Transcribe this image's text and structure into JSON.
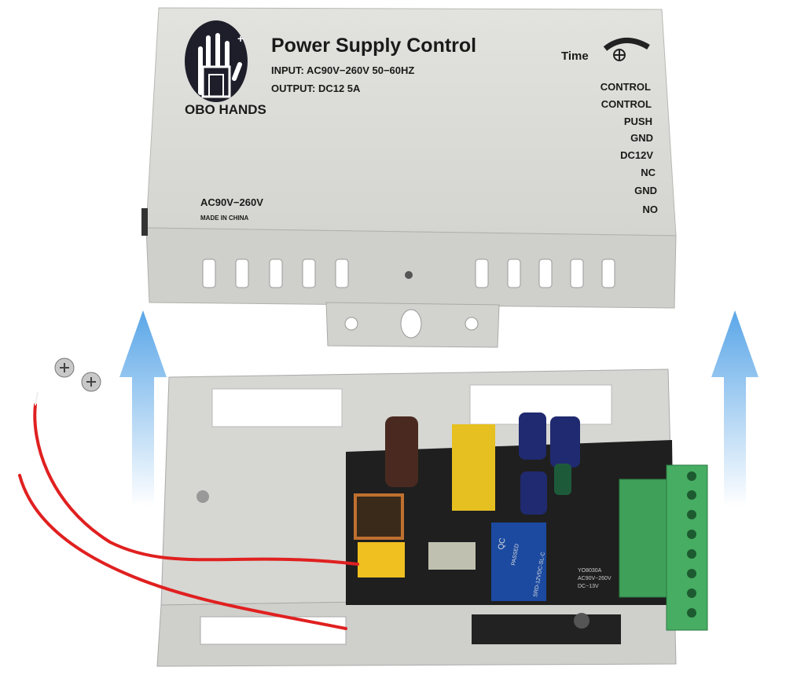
{
  "product": {
    "brand": "OBO HANDS",
    "title": "Power Supply Control",
    "input": "INPUT:  AC90V−260V 50−60HZ",
    "output": "OUTPUT:  DC12  5A",
    "ac_label": "AC90V−260V",
    "made_in": "MADE IN CHINA",
    "time_label": "Time",
    "terminals": [
      "CONTROL",
      "CONTROL",
      "PUSH",
      "GND",
      "DC12V",
      "NC",
      "GND",
      "NO"
    ]
  },
  "pcb": {
    "relay_labels": [
      "QC",
      "PASSED",
      "SRD-12VDC-SL-C"
    ],
    "board_label": [
      "YO8030A",
      "AC90V−260V",
      "DC−13V"
    ]
  },
  "colors": {
    "case": "#dcdcd8",
    "arrow": "#7fb8ea",
    "terminal": "#3fa05a",
    "wire": "#e02020",
    "pcb": "#1f1f1f"
  },
  "icons": [
    "hand-logo-icon",
    "potentiometer-icon",
    "up-arrow-icon"
  ]
}
